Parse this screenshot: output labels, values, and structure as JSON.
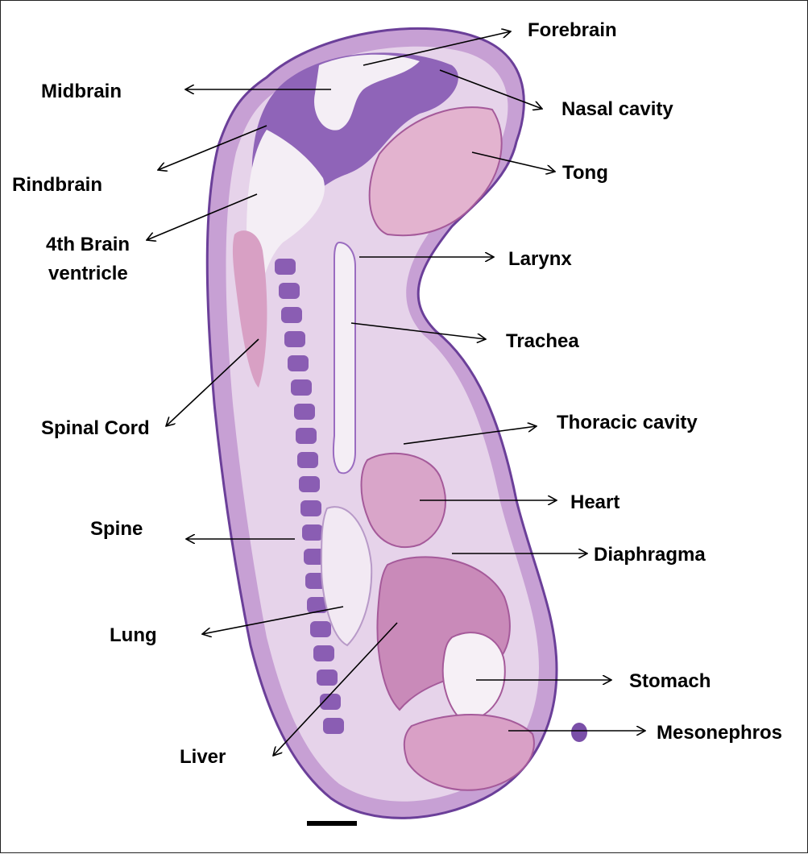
{
  "labels": {
    "forebrain": "Forebrain",
    "midbrain": "Midbrain",
    "nasal_cavity": "Nasal cavity",
    "rindbrain": "Rindbrain",
    "tong": "Tong",
    "fourth_brain_ventricle_line1": "4th Brain",
    "fourth_brain_ventricle_line2": "ventricle",
    "larynx": "Larynx",
    "trachea": "Trachea",
    "spinal_cord": "Spinal Cord",
    "thoracic_cavity": "Thoracic cavity",
    "heart": "Heart",
    "spine": "Spine",
    "diaphragma": "Diaphragma",
    "lung": "Lung",
    "stomach": "Stomach",
    "liver": "Liver",
    "mesonephros": "Mesonephros"
  },
  "colors": {
    "tissue_dark": "#7a4fa8",
    "tissue_mid": "#b083c9",
    "tissue_light": "#d9b8df",
    "tissue_pink": "#e0a6c8",
    "cavity": "#f7f2f6",
    "outline": "#6b3f99"
  }
}
